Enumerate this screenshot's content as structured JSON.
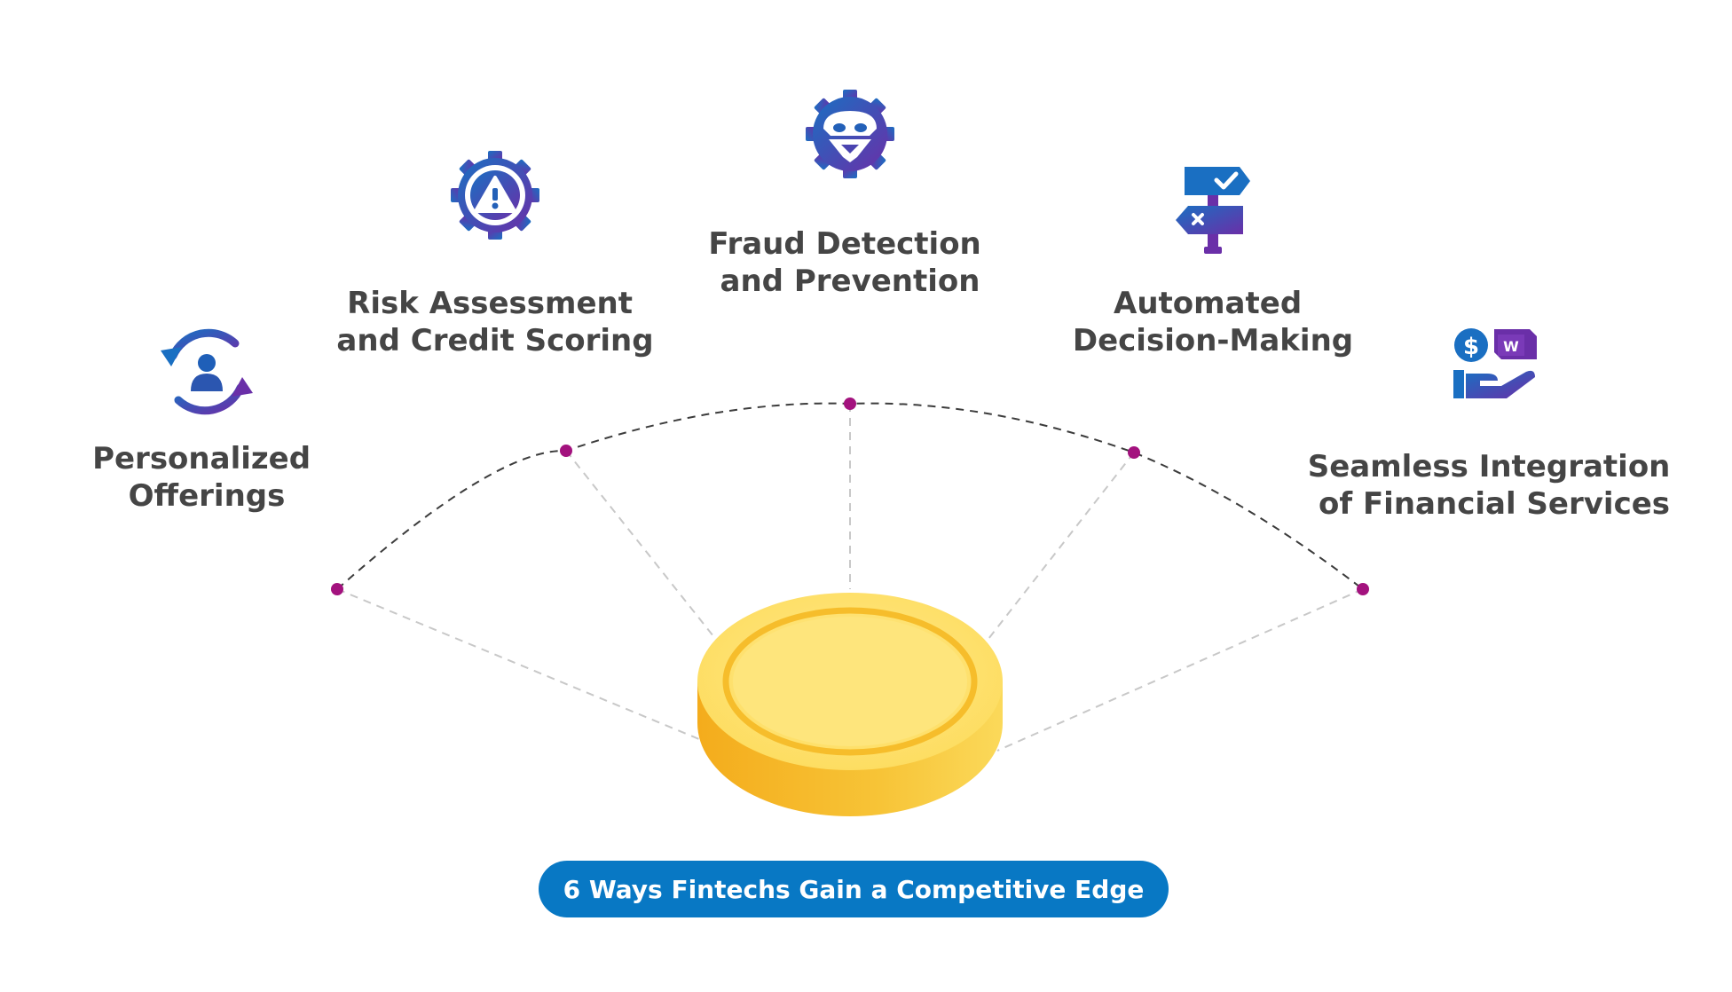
{
  "items": [
    {
      "label_line1": "Personalized",
      "label_line2": "Offerings",
      "icon": "personalized-user-cycle-icon"
    },
    {
      "label_line1": "Risk Assessment",
      "label_line2": "and Credit Scoring",
      "icon": "risk-warning-gear-icon"
    },
    {
      "label_line1": "Fraud Detection",
      "label_line2": "and Prevention",
      "icon": "fraud-bandit-gear-icon"
    },
    {
      "label_line1": "Automated",
      "label_line2": "Decision-Making",
      "icon": "decision-signpost-icon"
    },
    {
      "label_line1": "Seamless Integration",
      "label_line2": "of Financial Services",
      "icon": "hand-dollar-box-icon"
    }
  ],
  "banner": {
    "text": "6 Ways Fintechs Gain a Competitive Edge"
  },
  "colors": {
    "label_text": "#454545",
    "node_dot": "#a3127e",
    "icon_gradient_start": "#1a6fc2",
    "icon_gradient_end": "#6a2fa8",
    "coin_face": "#fde57a",
    "coin_ring": "#f6bd2b",
    "coin_edge": "#f4b425",
    "banner_background": "#0878c4",
    "banner_text": "#ffffff"
  }
}
